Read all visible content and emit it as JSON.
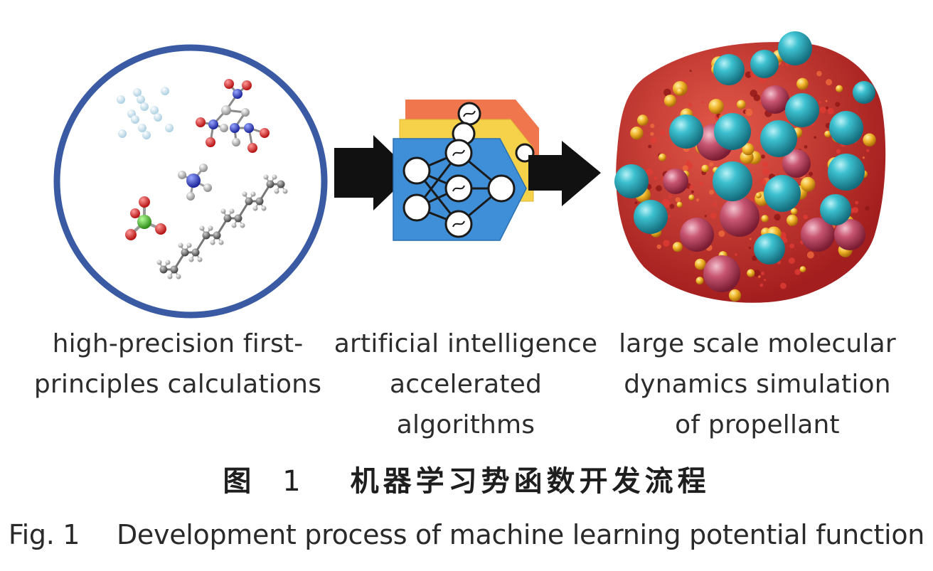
{
  "panels": [
    {
      "id": "dft",
      "lines": [
        "high-precision first-",
        "principles calculations"
      ]
    },
    {
      "id": "ai",
      "lines": [
        "artificial intelligence",
        "accelerated algorithms"
      ]
    },
    {
      "id": "md",
      "lines": [
        "large scale molecular",
        "dynamics simulation",
        "of propellant"
      ]
    }
  ],
  "caption_cn": {
    "label": "图",
    "number": "1",
    "title": "机器学习势函数开发流程"
  },
  "caption_en": {
    "label": "Fig. 1",
    "title": "Development process of machine learning potential function"
  },
  "colors": {
    "circle_ring": "#3a5aa3",
    "arrow": "#111111",
    "nn_blue": "#3f8fd8",
    "nn_yellow": "#f5d24a",
    "nn_orange": "#f0764e",
    "sphere_teal": "#2aa6b8",
    "cluster_red": "#c83232"
  }
}
